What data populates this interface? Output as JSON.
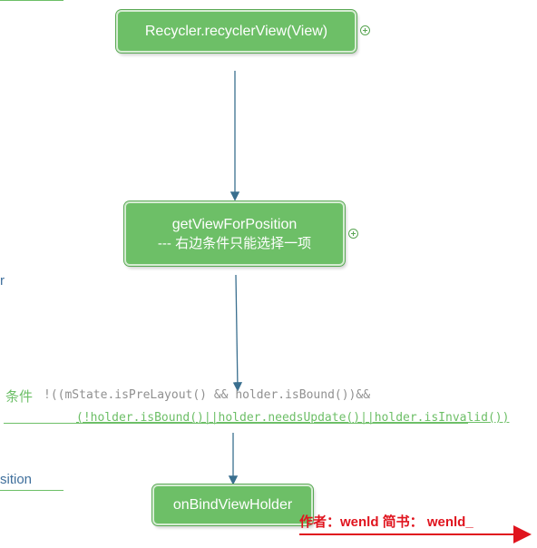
{
  "nodes": {
    "recycler_view": "Recycler.recyclerView(View)",
    "get_view_line1": "getViewForPosition",
    "get_view_line2": "--- 右边条件只能选择一项",
    "on_bind": "onBindViewHolder"
  },
  "side_labels": {
    "fragment_r": "r",
    "fragment_sition": "sition"
  },
  "condition": {
    "label": "条件",
    "code_line1": "!((mState.isPreLayout() && holder.isBound())&&",
    "code_line2": "(!holder.isBound()||holder.needsUpdate()||holder.isInvalid())"
  },
  "author_note": "作者：wenld   简书：  wenld_",
  "colors": {
    "node_fill": "#6dbf67",
    "arrow": "#3a6f8f",
    "author": "#e0141e"
  },
  "icons": [
    "expand-plus-icon",
    "expand-plus-icon"
  ]
}
